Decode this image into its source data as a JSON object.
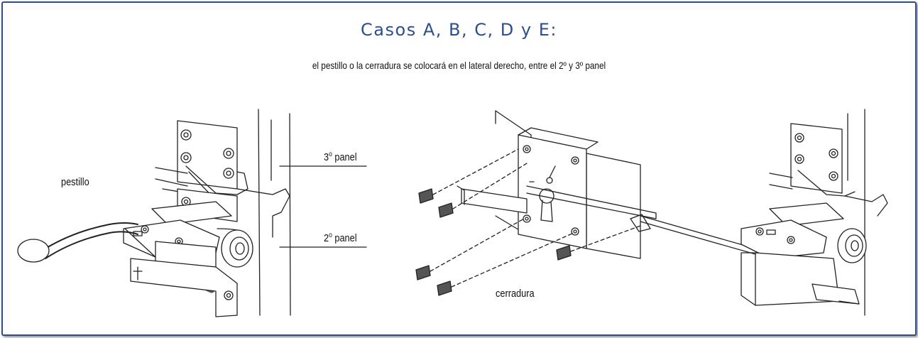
{
  "title": "Casos A, B, C, D y E:",
  "subtitle": "el pestillo o la cerradura se colocará en el lateral derecho, entre el 2º y 3º panel",
  "labels": {
    "pestillo": "pestillo",
    "panel3_num": "3",
    "panel3_sup": "o",
    "panel3_text": " panel",
    "panel2_num": "2",
    "panel2_sup": "o",
    "panel2_text": " panel",
    "cerradura": "cerradura"
  },
  "colors": {
    "frame": "#2f4e86",
    "title": "#2b4f8f",
    "ink": "#222222"
  }
}
